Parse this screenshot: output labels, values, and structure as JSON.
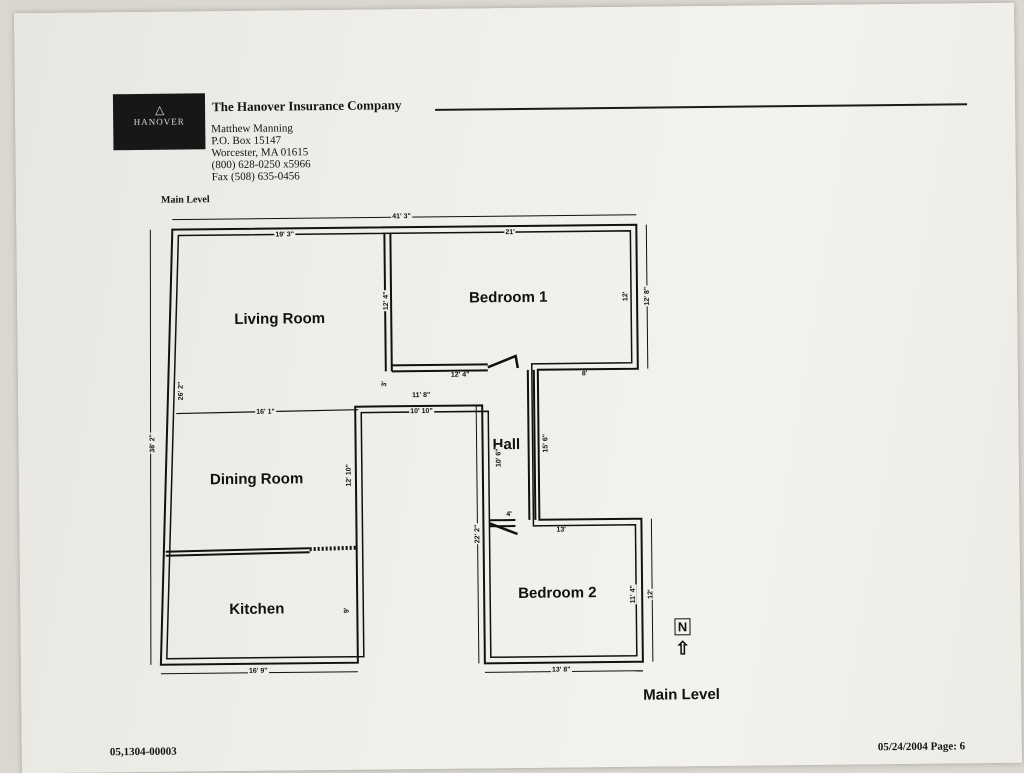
{
  "header": {
    "company": "The Hanover Insurance Company",
    "logo_text": "HANOVER",
    "contact_lines": [
      "Matthew Manning",
      "P.O. Box 15147",
      "Worcester, MA 01615",
      "(800) 628-0250 x5966",
      "Fax (508) 635-0456"
    ]
  },
  "plan": {
    "section_label": "Main Level",
    "rooms": {
      "living_room": "Living Room",
      "bedroom_1": "Bedroom 1",
      "hall": "Hall",
      "dining_room": "Dining Room",
      "kitchen": "Kitchen",
      "bedroom_2": "Bedroom 2"
    },
    "dimensions": {
      "overall_width": "41' 3\"",
      "overall_height": "38' 2\"",
      "living_width": "19' 3\"",
      "bedroom1_width": "21'",
      "living_bedroom_wall": "12' 4\"",
      "bedroom1_right_inner": "12'",
      "bedroom1_right_outer": "12' 8\"",
      "bedroom1_bottom_left": "12' 4\"",
      "bedroom1_bottom_right": "8'",
      "living_left_height": "26' 2\"",
      "small_offset": "3'",
      "hall_top_outer": "11' 8\"",
      "hall_top_inner": "10' 10\"",
      "dining_width": "16' 1\"",
      "dining_height": "12' 10\"",
      "hall_inner": "10' 6\"",
      "hall_right": "15' 6\"",
      "hall_bottom": "4'",
      "bedroom2_top": "13'",
      "core_height": "22' 2\"",
      "bedroom2_inner_height": "11' 4\"",
      "bedroom2_right_height": "12'",
      "kitchen_right": "9'",
      "kitchen_width": "16' 9\"",
      "bedroom2_width": "13' 8\""
    },
    "compass": "N",
    "compass_arrow": "⇧",
    "level_caption": "Main Level"
  },
  "footer": {
    "doc_id": "05,1304-00003",
    "date_page": "05/24/2004   Page:  6"
  },
  "colors": {
    "ink": "#111111",
    "paper": "#efeeea",
    "logo_bg": "#171717"
  }
}
